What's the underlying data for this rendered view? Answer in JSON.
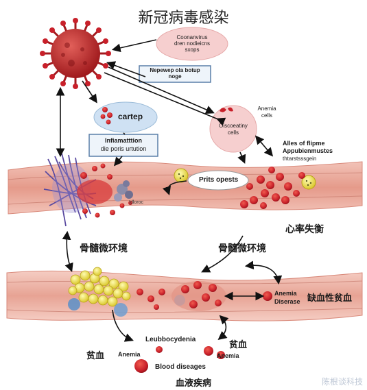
{
  "title": "新冠病毒感染",
  "labels": {
    "coronavirus_bubble": [
      "Coonanvirus",
      "dren nodieicns",
      "sxops"
    ],
    "box_top": [
      "Nepewep ola botup",
      "noge"
    ],
    "cartep": "cartep",
    "inflammation": [
      "Infiamatttion",
      "die poris urtution"
    ],
    "anemia_cells_top": [
      "Anemia",
      "cells"
    ],
    "oiscoeatiny": [
      "Oiscoeatiny",
      "cells"
    ],
    "alles": [
      "Alles of flipme",
      "Appubienmustes",
      "thtarstsssgein"
    ],
    "prits": "Prits opests",
    "idloroc": "Idloroc",
    "heart_rhythm": "心率失衡",
    "bone_marrow_left": "骨髓微环境",
    "bone_marrow_right": "骨髓微环境",
    "anemia_disease": [
      "Anemia",
      "Diserase"
    ],
    "iron_deficiency": "缺血性贫血",
    "leukocytes": "Leubbocydenia",
    "anemia_cn_right": "贫血",
    "anemia_en_right": "Anemia",
    "anemia_cn_left": "贫血",
    "anemia_en_left": "Anemia",
    "blood_diseases": "Blood diseages",
    "blood_diseases_cn": "血液疾病"
  },
  "watermark": "陈根谈科技",
  "colors": {
    "virus": "#c8202a",
    "vessel": "#e8a59a",
    "rbc": "#d8312c",
    "platelet": "#e0d23a",
    "box_border": "#5a7fa8",
    "pink_bubble": "#f6cfcf"
  }
}
